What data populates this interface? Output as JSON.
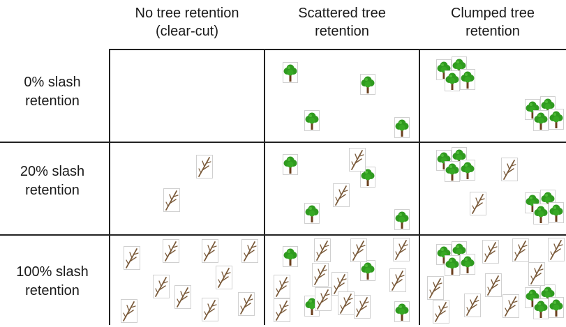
{
  "columns": [
    {
      "label": "No tree retention\n(clear-cut)"
    },
    {
      "label": "Scattered tree\nretention"
    },
    {
      "label": "Clumped tree\nretention"
    }
  ],
  "rows": [
    {
      "label": "0% slash\nretention"
    },
    {
      "label": "20% slash\nretention"
    },
    {
      "label": "100% slash\nretention"
    }
  ],
  "icons": {
    "tree": "tree-icon",
    "branch": "branch-icon"
  },
  "colors": {
    "tree_crown": "#2f9a1f",
    "tree_trunk": "#6b3f1d",
    "branch": "#7a5a3a",
    "grid": "#222222"
  }
}
